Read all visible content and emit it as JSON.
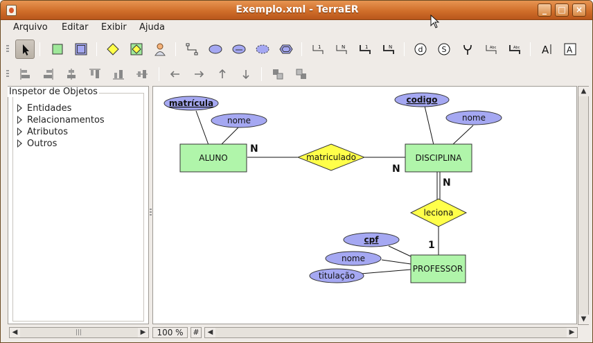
{
  "window": {
    "title": "Exemplo.xml - TerraER"
  },
  "menu": [
    "Arquivo",
    "Editar",
    "Exibir",
    "Ajuda"
  ],
  "toolbar1_icons": [
    "pointer-icon",
    "entity-icon",
    "weak-entity-icon",
    "relationship-icon",
    "associative-entity-icon",
    "specialization-icon",
    "connector-icon",
    "attribute-icon",
    "key-attribute-icon",
    "derived-attribute-icon",
    "multivalued-attribute-icon",
    "cardinality-1-icon",
    "cardinality-n-icon",
    "cardinality-1-dashed-icon",
    "cardinality-n-dashed-icon",
    "discriminator-d-icon",
    "discriminator-s-icon",
    "union-icon",
    "role-label-icon",
    "role-label-2-icon",
    "text-icon",
    "text-box-icon"
  ],
  "toolbar2_icons": [
    "align-left-icon",
    "align-right-icon",
    "align-center-icon",
    "align-top-icon",
    "align-bottom-icon",
    "align-middle-icon",
    "arrow-left-icon",
    "arrow-right-icon",
    "arrow-up-icon",
    "arrow-down-icon",
    "bring-front-icon",
    "send-back-icon"
  ],
  "inspector": {
    "title": "Inspetor de Objetos",
    "items": [
      "Entidades",
      "Relacionamentos",
      "Atributos",
      "Outros"
    ]
  },
  "diagram": {
    "entities": [
      "ALUNO",
      "DISCIPLINA",
      "PROFESSOR"
    ],
    "relationships": [
      "matriculado",
      "leciona"
    ],
    "attributes": {
      "aluno_key": "matrícula",
      "aluno_nome": "nome",
      "disciplina_key": "codigo",
      "disciplina_nome": "nome",
      "professor_key": "cpf",
      "professor_nome": "nome",
      "professor_titulacao": "titulação"
    },
    "cardinalities": {
      "aluno_matriculado": "N",
      "disciplina_matriculado": "N",
      "disciplina_leciona": "N",
      "professor_leciona": "1"
    }
  },
  "status": {
    "zoom": "100 %",
    "grid_symbol": "#"
  },
  "colors": {
    "entity_fill": "#b0f5aa",
    "relationship_fill": "#ffff4a",
    "attribute_fill": "#a5a8f2",
    "titlebar": "#d06e2a"
  }
}
